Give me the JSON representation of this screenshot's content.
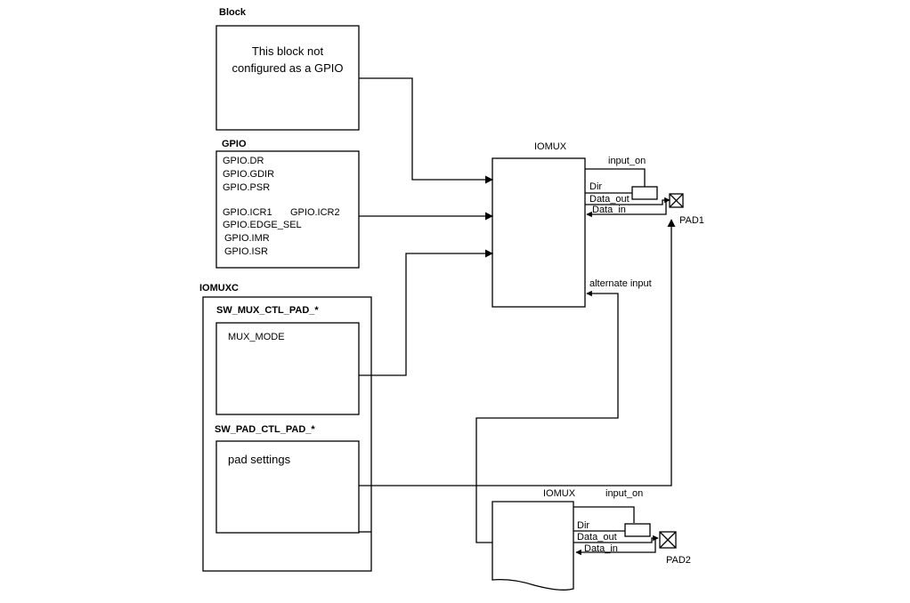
{
  "blocks": {
    "block": {
      "title": "Block",
      "line1": "This block not",
      "line2": "configured as a GPIO"
    },
    "gpio": {
      "title": "GPIO",
      "regs": [
        "GPIO.DR",
        "GPIO.GDIR",
        "GPIO.PSR",
        "GPIO.ICR1",
        "GPIO.ICR2",
        "GPIO.EDGE_SEL",
        "GPIO.IMR",
        "GPIO.ISR"
      ]
    },
    "iomuxc": {
      "title": "IOMUXC",
      "mux_title": "SW_MUX_CTL_PAD_*",
      "mux_field": "MUX_MODE",
      "pad_title": "SW_PAD_CTL_PAD_*",
      "pad_field": "pad settings"
    },
    "iomux1": {
      "title": "IOMUX",
      "input_on": "input_on",
      "dir": "Dir",
      "data_out": "Data_out",
      "data_in": "Data_in",
      "pad": "PAD1",
      "alternate_input": "alternate input"
    },
    "iomux2": {
      "title": "IOMUX",
      "input_on": "input_on",
      "dir": "Dir",
      "data_out": "Data_out",
      "data_in": "Data_in",
      "pad": "PAD2"
    }
  },
  "icons": {
    "pad_symbol": "pad-cross-icon",
    "buffer_symbol": "tristate-buffer-icon"
  }
}
